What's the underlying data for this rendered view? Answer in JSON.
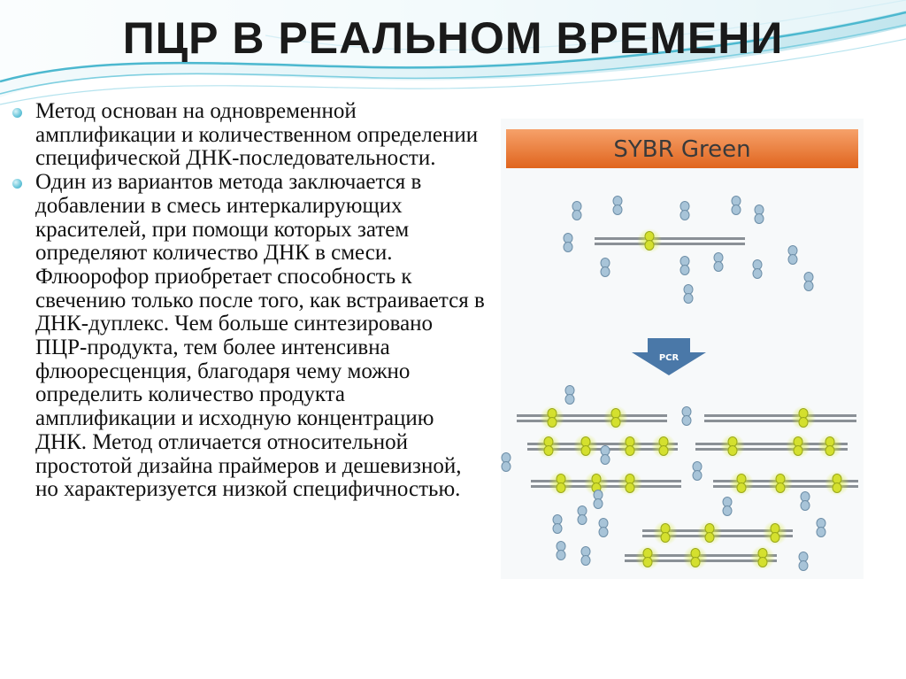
{
  "slide": {
    "title": "ПЦР В РЕАЛЬНОМ ВРЕМЕНИ",
    "bullets": [
      "Метод основан на одновременной амплификации и количественном определении специфической ДНК-последовательности.",
      "Один из вариантов метода заключается в добавлении в смесь интеркалирующих красителей, при помощи которых затем определяют количество ДНК в смеси. Флюорофор приобретает способность к свечению только после того, как встраивается в ДНК-дуплекс. Чем больше синтезировано ПЦР-продукта, тем более интенсивна флюоресценция, благодаря чему можно определить количество продукта амплификации и исходную концентрацию ДНК. Метод отличается относительной простотой дизайна праймеров и дешевизной, но характеризуется низкой специфичностью."
    ]
  },
  "figure": {
    "banner_label": "SYBR Green",
    "arrow_label": "PCR"
  },
  "colors": {
    "wave_teal": "#4cb8cf",
    "banner_orange": "#e8732a",
    "arrow_blue": "#4a78a8",
    "dye_free": "#a8c4d8",
    "dye_bound": "#d4e02e",
    "dna_strand": "#8a9096"
  }
}
